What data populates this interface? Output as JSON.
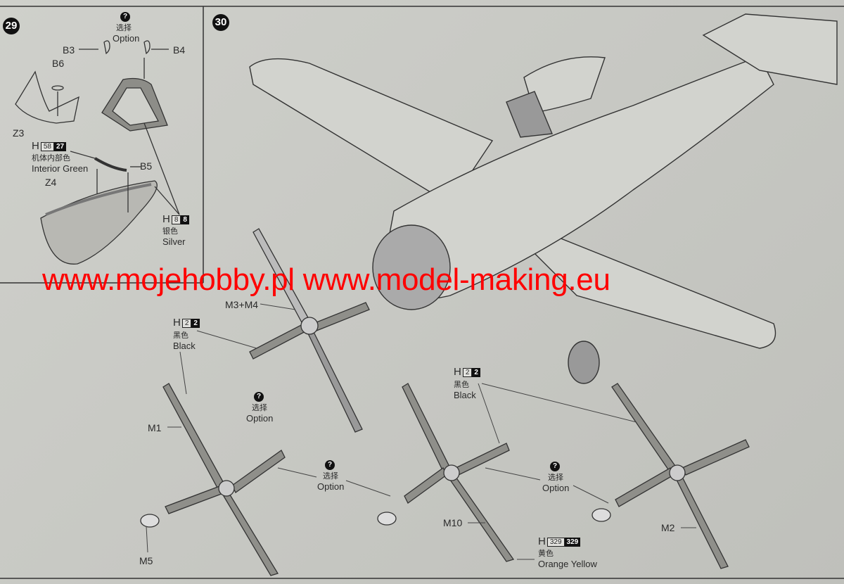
{
  "step29": {
    "number": "29",
    "option_cn": "选择",
    "option_en": "Option",
    "parts": {
      "b3": "B3",
      "b4": "B4",
      "b6": "B6",
      "z3": "Z3",
      "b5": "B5",
      "z4": "Z4"
    },
    "paint_interior": {
      "h": "H",
      "code1": "58",
      "code2": "27",
      "cn": "机体内部色",
      "en": "Interior Green"
    },
    "paint_silver": {
      "h": "H",
      "code1": "8",
      "code2": "8",
      "cn": "银色",
      "en": "Silver"
    }
  },
  "step30": {
    "number": "30",
    "parts": {
      "m3m4": "M3+M4",
      "m1": "M1",
      "m5": "M5",
      "m10": "M10",
      "m2": "M2"
    },
    "option_cn": "选择",
    "option_en": "Option",
    "paint_black": {
      "h": "H",
      "code1": "2",
      "code2": "2",
      "cn": "黑色",
      "en": "Black"
    },
    "paint_orange": {
      "h": "H",
      "code1": "329",
      "code2": "329",
      "cn": "黄色",
      "en": "Orange Yellow"
    }
  },
  "watermark": "www.mojehobby.pl www.model-making.eu",
  "colors": {
    "paper": "#c9cac5",
    "ink": "#2a2a2a",
    "watermark": "#ff0000",
    "part_fill": "#8a8a86"
  }
}
